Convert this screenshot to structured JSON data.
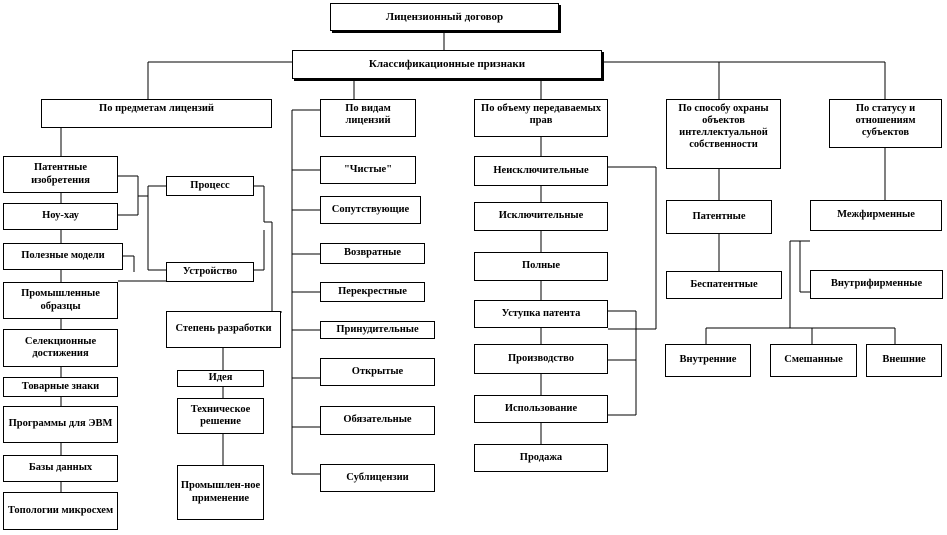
{
  "title": "Лицензионный договор",
  "classification": "Классификационные признаки",
  "categories": {
    "subjects": "По предметам лицензий",
    "types": "По видам лицензий",
    "scope": "По объему передаваемых прав",
    "protection": "По способу охраны объектов интеллектуальной собственности",
    "status": "По статусу и отношениям субъектов"
  },
  "subjects_items": [
    "Патентные изобретения",
    "Ноу-хау",
    "Полезные модели",
    "Промышленные образцы",
    "Селекционные достижения",
    "Товарные знаки",
    "Программы для ЭВМ",
    "Базы данных",
    "Топологии микросхем"
  ],
  "subjects_sub": {
    "process": "Процесс",
    "device": "Устройство",
    "stage": "Степень разработки",
    "stage_items": [
      "Идея",
      "Техническое решение",
      "Промышлен-ное применение"
    ]
  },
  "types_items": [
    "\"Чистые\"",
    "Сопутствующие",
    "Возвратные",
    "Перекрестные",
    "Принудительные",
    "Открытые",
    "Обязательные",
    "Сублицензии"
  ],
  "scope_items": [
    "Неисключительные",
    "Исключительные",
    "Полные",
    "Уступка патента",
    "Производство",
    "Использование",
    "Продажа"
  ],
  "protection_items": [
    "Патентные",
    "Беспатентные"
  ],
  "protection_sub": [
    "Внутренние",
    "Смешанные",
    "Внешние"
  ],
  "status_items": [
    "Межфирменные",
    "Внутрифирменные"
  ]
}
